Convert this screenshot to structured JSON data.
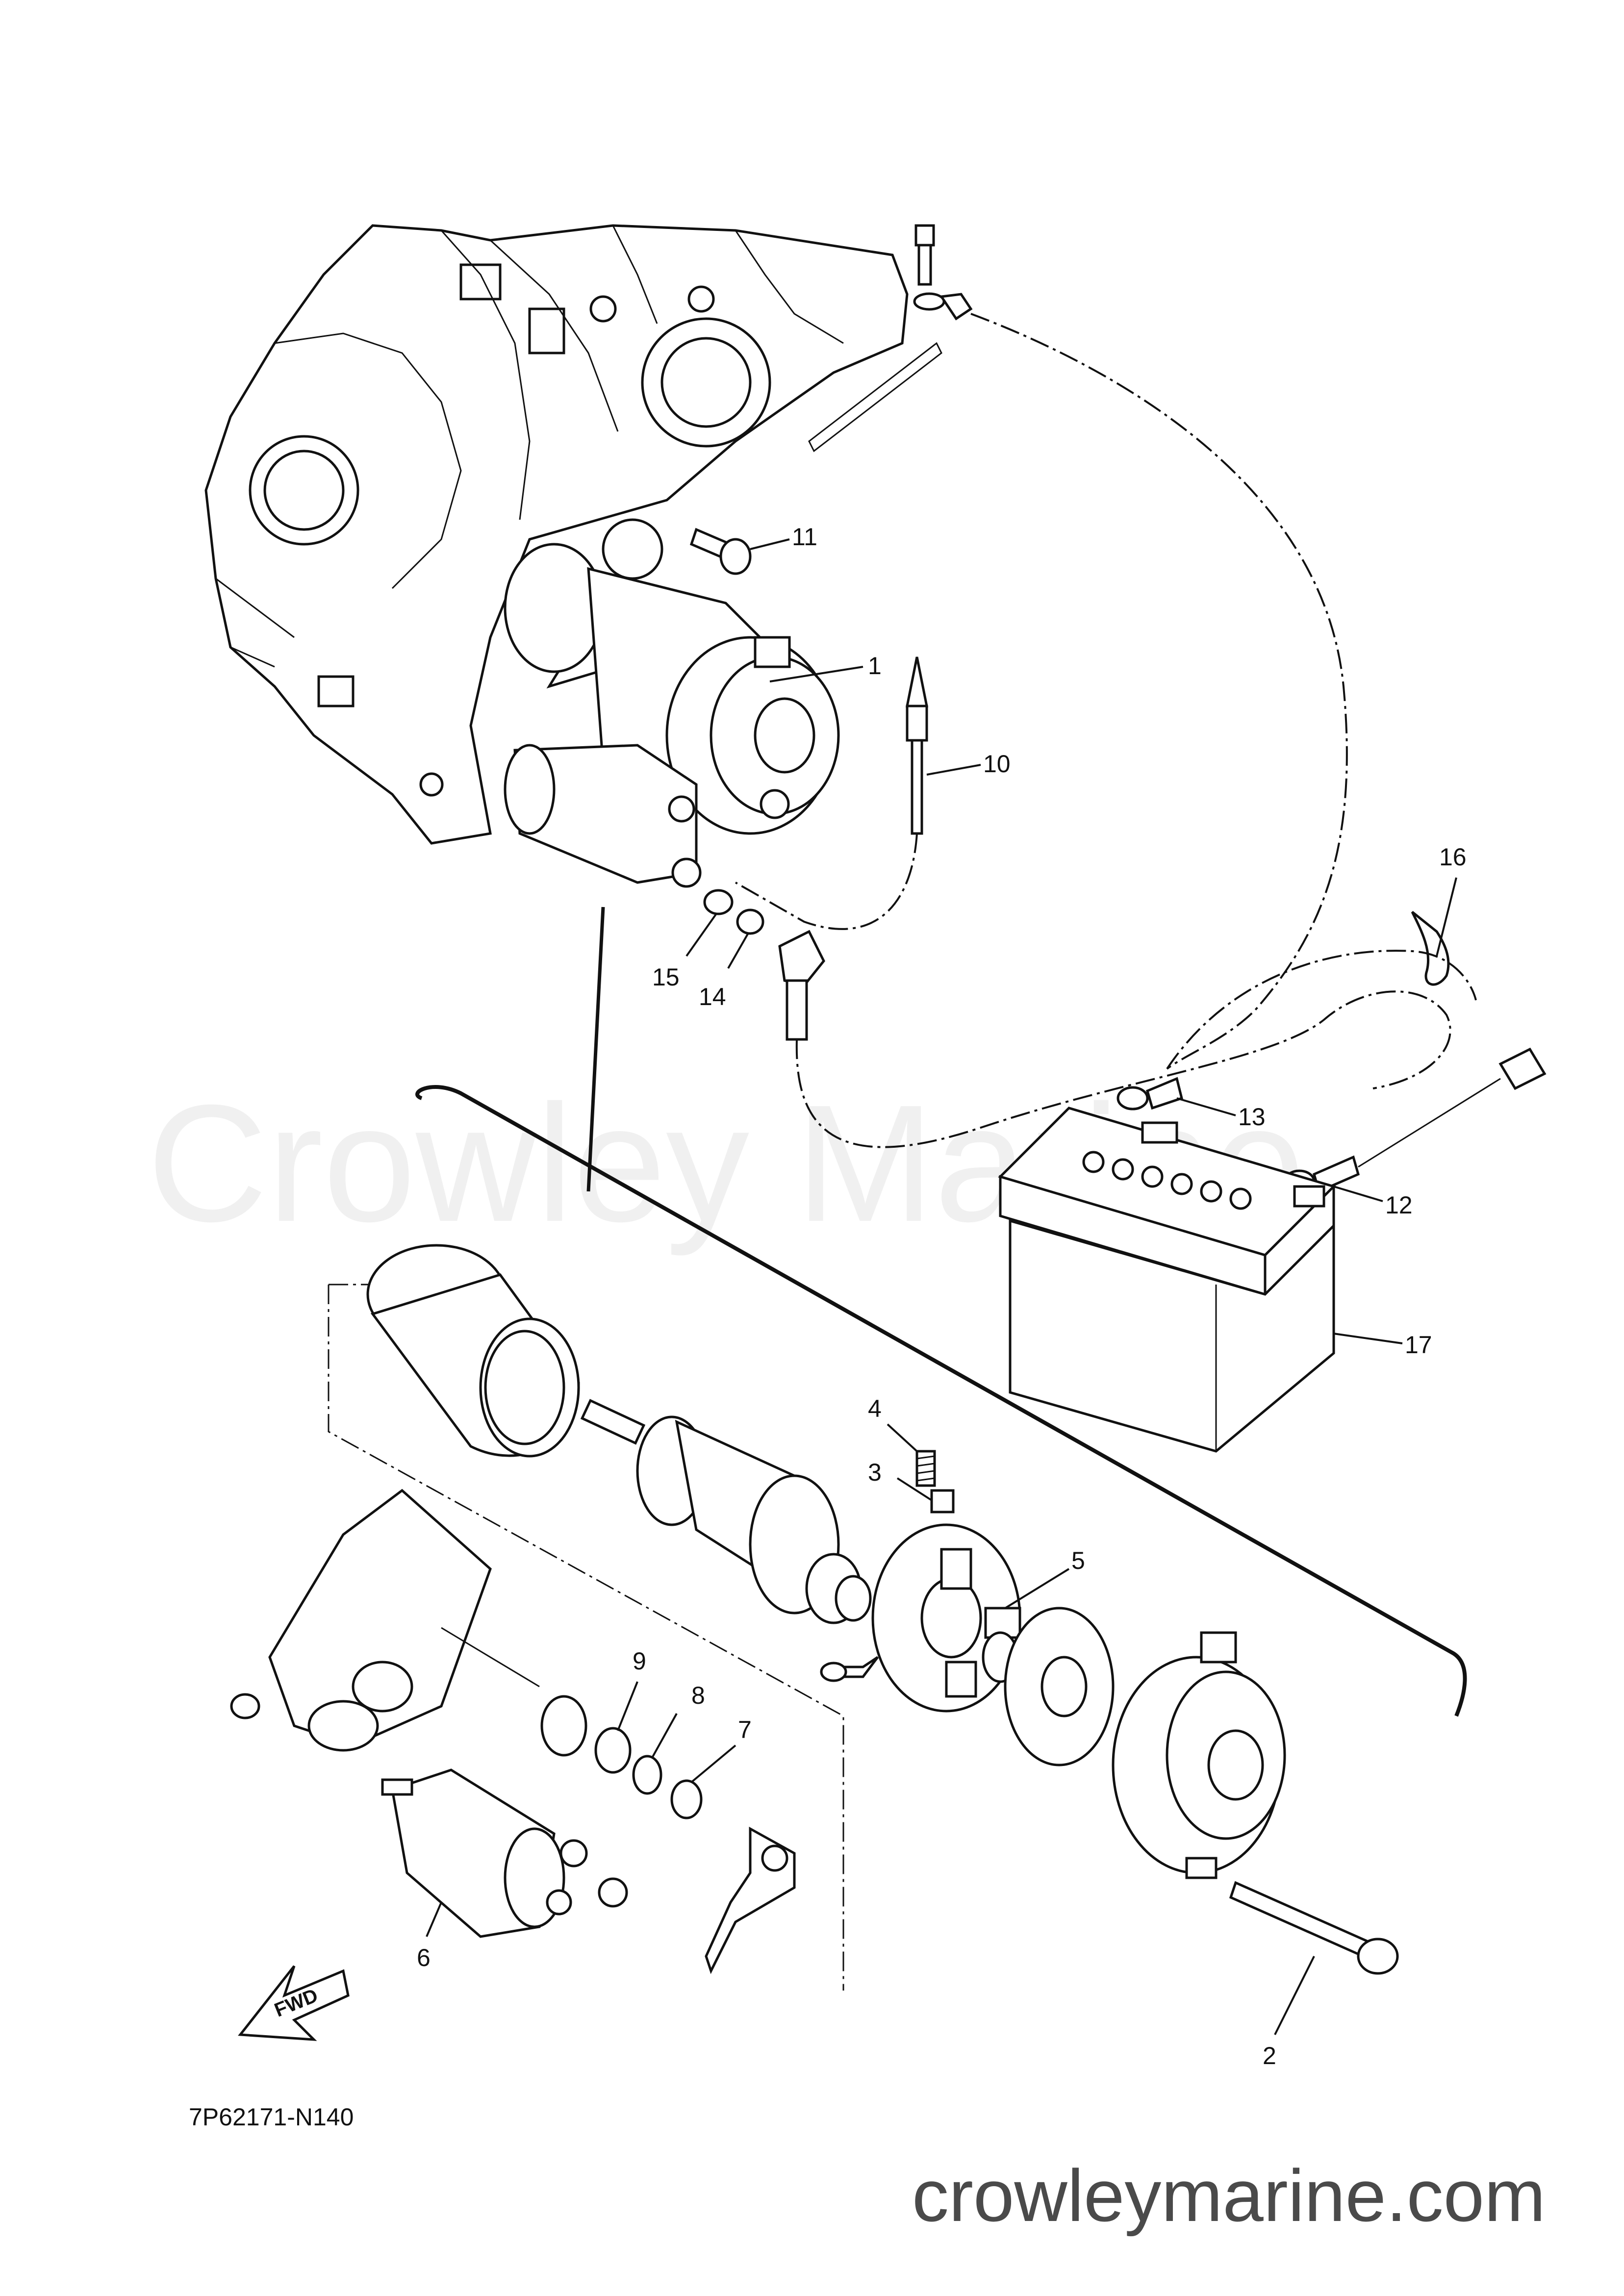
{
  "diagram_code": "7P62171-N140",
  "watermark": "Crowley Marine",
  "website": "crowleymarine.com",
  "fwd_label": "FWD",
  "callouts": {
    "c1": "1",
    "c2": "2",
    "c3": "3",
    "c4": "4",
    "c5": "5",
    "c6": "6",
    "c7": "7",
    "c8": "8",
    "c9": "9",
    "c10": "10",
    "c11": "11",
    "c12": "12",
    "c13": "13",
    "c14": "14",
    "c15": "15",
    "c16": "16",
    "c17": "17"
  }
}
